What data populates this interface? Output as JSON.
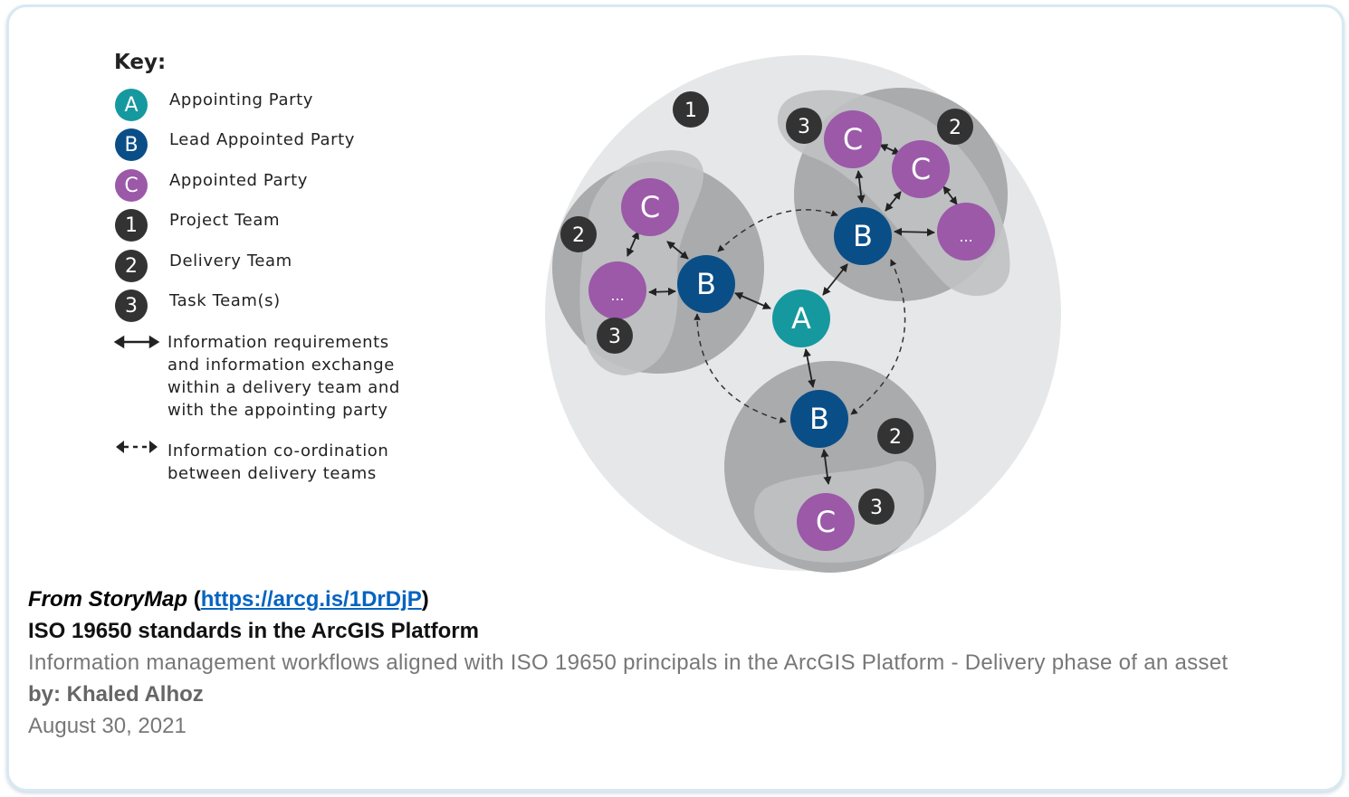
{
  "key": {
    "title": "Key:",
    "items": [
      {
        "symbol": "A",
        "label": "Appointing Party",
        "color": "#15999f"
      },
      {
        "symbol": "B",
        "label": "Lead Appointed Party",
        "color": "#0a4e88"
      },
      {
        "symbol": "C",
        "label": "Appointed Party",
        "color": "#9b59a8"
      },
      {
        "symbol": "1",
        "label": "Project Team",
        "color": "#333333"
      },
      {
        "symbol": "2",
        "label": "Delivery Team",
        "color": "#333333"
      },
      {
        "symbol": "3",
        "label": "Task Team(s)",
        "color": "#333333"
      }
    ],
    "solid_arrow": [
      "Information requirements",
      "and information exchange",
      "within a delivery team and",
      "with the appointing party"
    ],
    "dashed_arrow": [
      "Information co-ordination",
      "between delivery teams"
    ]
  },
  "diagram": {
    "A": "A",
    "B": "B",
    "C": "C",
    "more": "...",
    "n1": "1",
    "n2": "2",
    "n3": "3"
  },
  "caption": {
    "source_prefix": "From StoryMap",
    "link": "https://arcg.is/1DrDjP",
    "title": "ISO 19650 standards in the ArcGIS Platform",
    "description": "Information management workflows aligned with ISO 19650 principals in the ArcGIS Platform - Delivery phase of an asset",
    "author": "by: Khaled Alhoz",
    "date": "August 30, 2021"
  }
}
